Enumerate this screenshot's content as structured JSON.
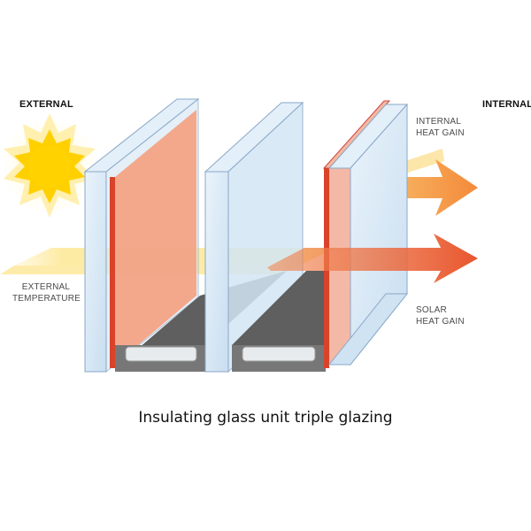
{
  "labels": {
    "external": "EXTERNAL",
    "internal": "INTERNAL",
    "internal_heat_gain": [
      "INTERNAL",
      "HEAT GAIN"
    ],
    "external_temperature": [
      "EXTERNAL",
      "TEMPERATURE"
    ],
    "solar_heat_gain": [
      "SOLAR",
      "HEAT GAIN"
    ]
  },
  "caption": "Insulating glass unit triple glazing",
  "icons": {
    "sun": "sun-icon",
    "internal_heat_arrow": "arrow-right-icon",
    "solar_heat_arrow": "arrow-right-icon"
  },
  "colors": {
    "sun": "#ffd000",
    "sun_halo": "#fff3b8",
    "glass_edge": "#8aa8c8",
    "glass_clear": "#d6e8f6",
    "low_e_coating": "#f4a080",
    "coating_edge": "#d9432a",
    "spacer": "#6b6b6b",
    "yellow_band": "#fde99a",
    "internal_arrow": "#f39a3a",
    "solar_arrow": "#e8552e"
  }
}
